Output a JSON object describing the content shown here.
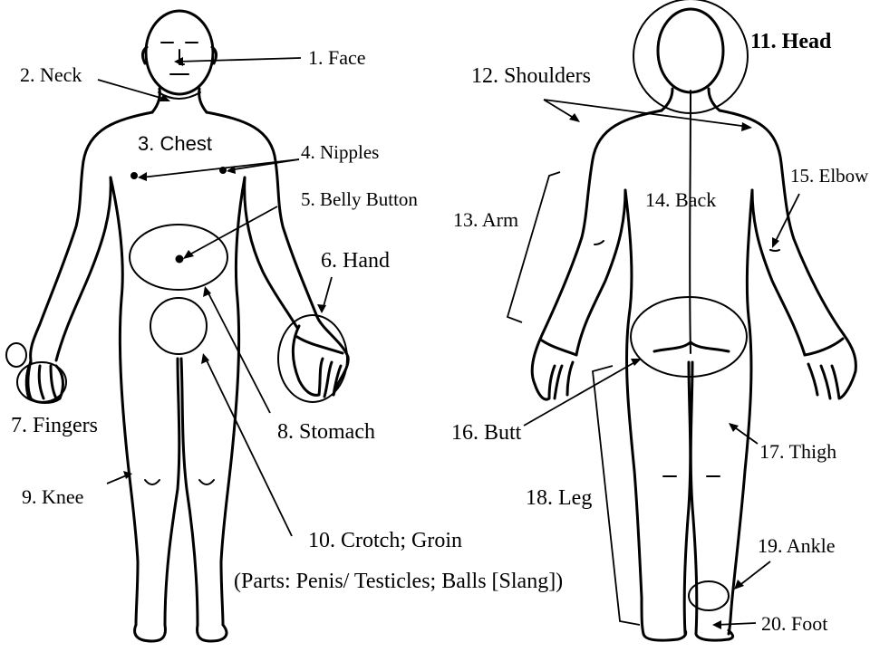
{
  "labels": {
    "face": "1. Face",
    "neck": "2. Neck",
    "chest": "3. Chest",
    "nipples": "4. Nipples",
    "belly_button": "5. Belly Button",
    "hand": "6. Hand",
    "fingers": "7. Fingers",
    "stomach": "8. Stomach",
    "knee": "9. Knee",
    "crotch": "10. Crotch; Groin",
    "crotch_parts": "(Parts: Penis/ Testicles; Balls [Slang])",
    "head": "11. Head",
    "shoulders": "12. Shoulders",
    "arm": "13. Arm",
    "back": "14. Back",
    "elbow": "15. Elbow",
    "butt": "16. Butt",
    "thigh": "17. Thigh",
    "leg": "18. Leg",
    "ankle": "19. Ankle",
    "foot": "20. Foot"
  },
  "colors": {
    "ink": "#000000",
    "background": "#ffffff"
  }
}
